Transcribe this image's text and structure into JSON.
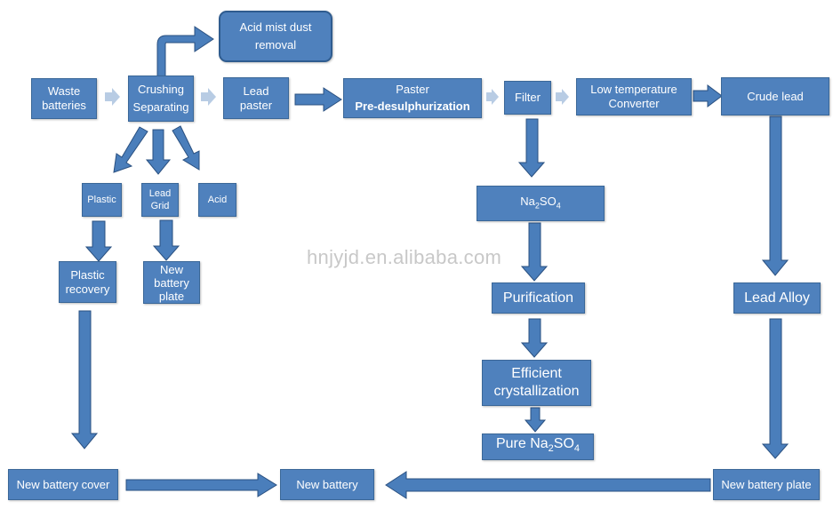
{
  "nodes": {
    "waste_batteries": "Waste batteries",
    "crushing_line1": "Crushing",
    "crushing_line2": "Separating",
    "acid_mist": "Acid mist dust removal",
    "lead_paster": "Lead paster",
    "paster_line1": "Paster",
    "paster_line2": "Pre-desulphurization",
    "filter": "Filter",
    "low_temp": "Low temperature Converter",
    "crude_lead": "Crude lead",
    "plastic": "Plastic",
    "lead_grid": "Lead Grid",
    "acid": "Acid",
    "plastic_recovery": "Plastic recovery",
    "new_battery_plate_small": "New battery plate",
    "na2so4": {
      "base": "Na",
      "sub1": "2",
      "mid": "SO",
      "sub2": "4"
    },
    "purification": "Purification",
    "efficient_crystallization": "Efficient crystallization",
    "pure_na2so4": {
      "prefix": "Pure Na",
      "sub1": "2",
      "mid": "SO",
      "sub2": "4"
    },
    "lead_alloy": "Lead Alloy",
    "new_battery_cover": "New battery cover",
    "new_battery": "New battery",
    "new_battery_plate": "New battery plate"
  },
  "watermark": "hnjyjd.en.alibaba.com",
  "colors": {
    "box_fill": "#4f81bd",
    "box_border": "#3a6798",
    "arrow_fill": "#4a7ebb",
    "arrow_stroke": "#2a5080",
    "light_arrow": "#b8cce4",
    "text": "#ffffff",
    "watermark": "#c8c8c8"
  }
}
